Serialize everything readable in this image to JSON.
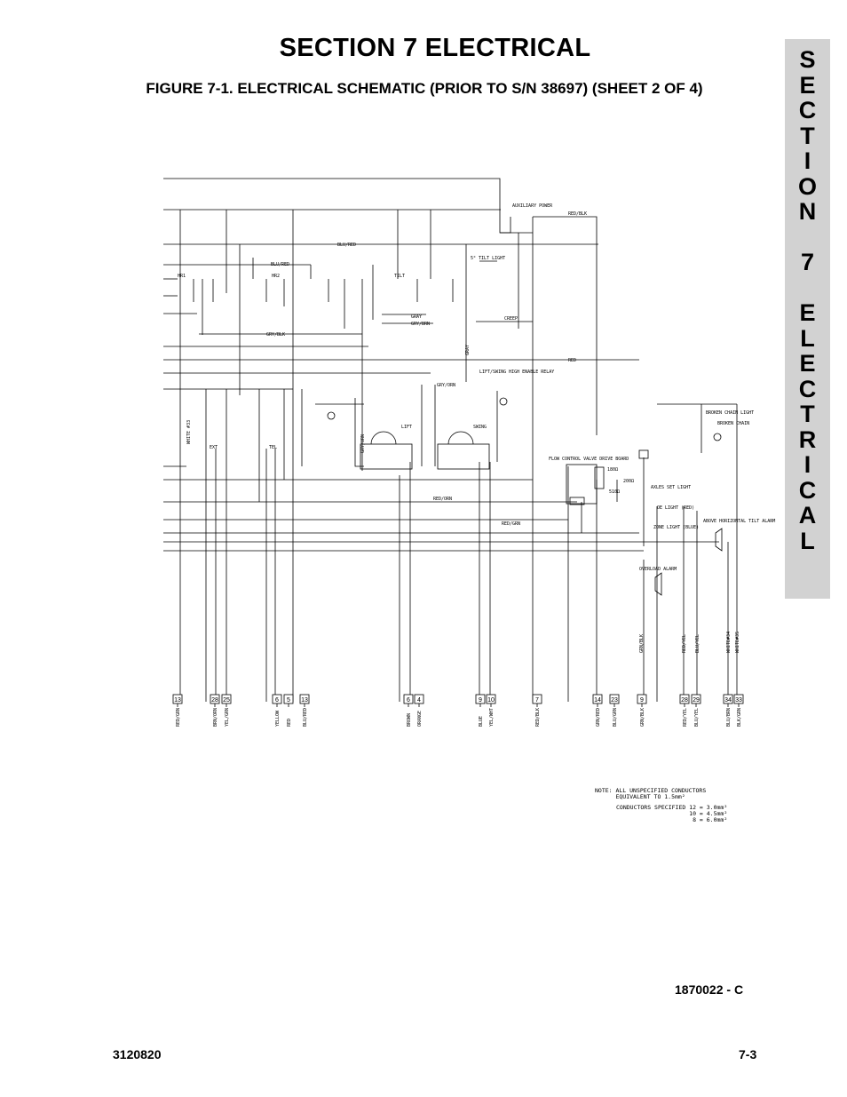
{
  "header": {
    "section_title": "SECTION 7  ELECTRICAL",
    "figure_title": "FIGURE 7-1.   ELECTRICAL SCHEMATIC (PRIOR TO S/N 38697) (SHEET 2 OF 4)"
  },
  "side_tab": {
    "letters": [
      "S",
      "E",
      "C",
      "T",
      "I",
      "O",
      "N",
      "",
      "7",
      "",
      "E",
      "L",
      "E",
      "C",
      "T",
      "R",
      "I",
      "C",
      "A",
      "L"
    ]
  },
  "schematic": {
    "component_labels": {
      "auxiliary_power": "AUXILIARY POWER",
      "tilt_light": "5° TILT LIGHT",
      "creep": "CREEP",
      "lift_swing_relay": "LIFT/SWING HIGH ENABLE RELAY",
      "lift": "LIFT",
      "swing": "SWING",
      "flow_control": "FLOW CONTROL VALVE DRIVE BOARD",
      "broken_chain_light": "BROKEN CHAIN LIGHT",
      "broken_chain": "BROKEN CHAIN",
      "axles_set_light": "AXLES SET LIGHT",
      "oe_light": "OE LIGHT (RED)",
      "zone_light": "ZONE LIGHT (BLUE)",
      "tilt_alarm": "ABOVE HORIZONTAL TILT ALARM",
      "overload_alarm": "OVERLOAD ALARM",
      "ext": "EXT",
      "tel": "TEL",
      "hr1": "HR1",
      "hr2": "HR2",
      "tilt": "TILT",
      "white_label": "WHITE #33",
      "res_180": "180Ω",
      "res_510": "510Ω",
      "res_200": "200Ω"
    },
    "wire_labels": {
      "red_blk": "RED/BLK",
      "blu_red": "BLU/RED",
      "blu_red2": "BLU/RED",
      "gray": "GRAY",
      "gry_brn": "GRY/BRN",
      "gry_blk": "GRY/BLK",
      "red": "RED",
      "gray_v": "GRAY",
      "gry_orn": "GRY/ORN",
      "gry_orn_v": "GRY/ORN",
      "red_orn": "RED/ORN",
      "red_grn": "RED/GRN",
      "grn_blk_v": "GRN/BLK",
      "red_yel_v": "RED/YEL",
      "blu_yel_v": "BLU/YEL",
      "white34_v": "WHITE#34",
      "white35_v": "WHITE#35"
    },
    "connectors": [
      {
        "num": "13",
        "wire": "RED/GRN"
      },
      {
        "num": "28",
        "wire": "BRN/ORN"
      },
      {
        "num": "25",
        "wire": "YEL/GRN"
      },
      {
        "num": "6",
        "wire": "YELLOW"
      },
      {
        "num": "5",
        "wire": "RED"
      },
      {
        "num": "13",
        "wire": "BLU/RED"
      },
      {
        "num": "6",
        "wire": "BROWN"
      },
      {
        "num": "4",
        "wire": "ORANGE"
      },
      {
        "num": "9",
        "wire": "BLUE"
      },
      {
        "num": "10",
        "wire": "YEL/WHT"
      },
      {
        "num": "7",
        "wire": "RED/BLK"
      },
      {
        "num": "14",
        "wire": "GRN/RED"
      },
      {
        "num": "23",
        "wire": "BLU/GRN"
      },
      {
        "num": "9",
        "wire": "GRN/BLK"
      },
      {
        "num": "28",
        "wire": "RED/YEL"
      },
      {
        "num": "29",
        "wire": "BLU/YEL"
      },
      {
        "num": "34",
        "wire": "BLU/BRN"
      },
      {
        "num": "33",
        "wire": "BLK/GRN"
      }
    ]
  },
  "notes": {
    "line1": "NOTE: ALL UNSPECIFIED CONDUCTORS",
    "line2": "      EQUIVALENT TO 1.5mm²",
    "line3": "CONDUCTORS SPECIFIED 12 = 3.0mm²",
    "line4": "                     10 = 4.5mm²",
    "line5": "                      8 = 6.0mm²"
  },
  "drawing_number": "1870022 - C",
  "footer": {
    "left": "3120820",
    "right": "7-3"
  }
}
